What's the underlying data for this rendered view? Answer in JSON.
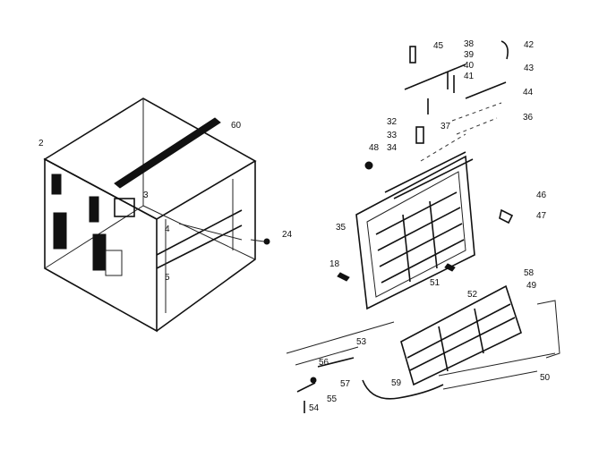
{
  "diagram": {
    "labels": {
      "l2": "2",
      "l3": "3",
      "l4": "4",
      "l5": "5",
      "l24": "24",
      "l60": "60",
      "l45": "45",
      "l38": "38",
      "l39": "39",
      "l40": "40",
      "l41": "41",
      "l42": "42",
      "l43": "43",
      "l44": "44",
      "l36": "36",
      "l37": "37",
      "l32": "32",
      "l33": "33",
      "l34": "34",
      "l48": "48",
      "l35": "35",
      "l46": "46",
      "l47": "47",
      "l18": "18",
      "l51": "51",
      "l52": "52",
      "l58": "58",
      "l49": "49",
      "l53": "53",
      "l56": "56",
      "l57": "57",
      "l55": "55",
      "l54": "54",
      "l59": "59",
      "l50": "50"
    }
  }
}
